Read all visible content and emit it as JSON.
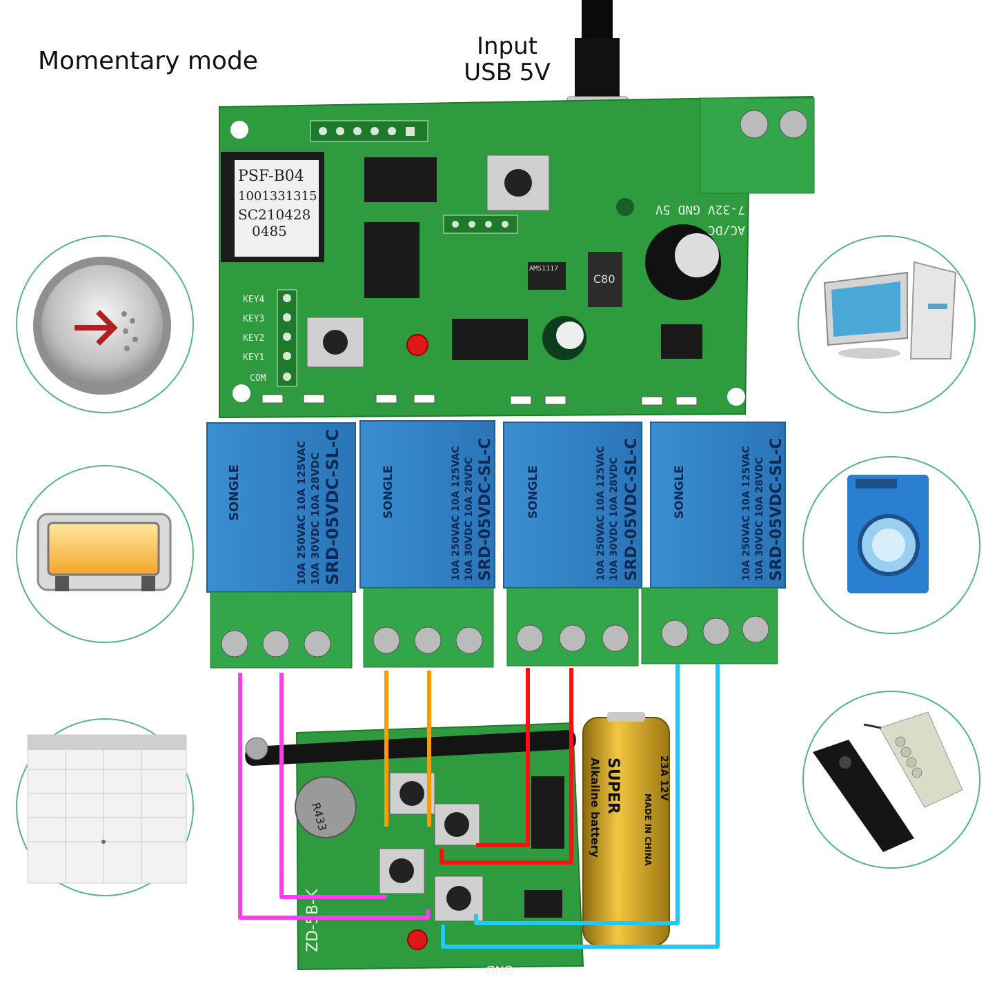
{
  "title": "Momentary mode",
  "input": {
    "line1": "Input",
    "line2": "USB 5V"
  },
  "module": {
    "model": "PSF-B04",
    "serial": "1001331315",
    "code": "SC210428",
    "batch": "0485"
  },
  "board": {
    "key_labels": [
      "KEY4",
      "KEY3",
      "KEY2",
      "KEY1",
      "COM"
    ],
    "power_label": "7-32V GND 5V",
    "power_type": "AC/DC",
    "regulator": "AMS1117",
    "inductor": "C80"
  },
  "relay": {
    "brand": "SONGLE",
    "model": "SRD-05VDC-SL-C",
    "rating1": "10A 250VAC  10A 125VAC",
    "rating2": "10A 30VDC  10A 28VDC",
    "count": 4
  },
  "remote": {
    "receiver": "R433",
    "board_label": "ZD-5B-K",
    "gnd_label": "GND",
    "battery_brand": "SUPER",
    "battery_sub": "Alkaline battery",
    "battery_model": "23A 12V",
    "battery_origin": "MADE IN CHINA"
  },
  "wire_colors": {
    "relay1": "#ff3cf0",
    "relay2": "#ff9a00",
    "relay3": "#ff1010",
    "relay4": "#22c8f5"
  },
  "appliances": {
    "left": [
      "elevator-button-icon",
      "toaster-oven-icon",
      "garage-door-icon"
    ],
    "right": [
      "desktop-computer-icon",
      "washing-machine-icon",
      "remote-control-icon"
    ]
  }
}
